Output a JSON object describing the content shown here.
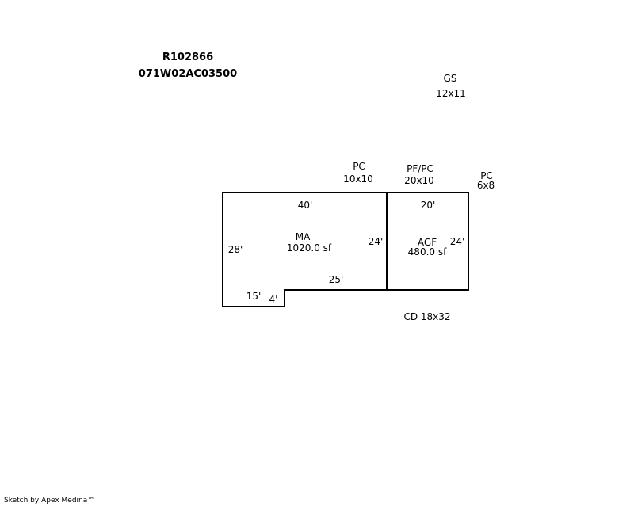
{
  "header": {
    "parcel_id": "R102866",
    "map_number": "071W02AC03500"
  },
  "areas": {
    "main": {
      "code": "MA",
      "size": "1020.0 sf"
    },
    "garage": {
      "code": "AGF",
      "size": "480.0 sf"
    }
  },
  "dimensions": {
    "main_top": "40'",
    "main_left": "28'",
    "main_right": "24'",
    "main_bottom_right": "25'",
    "main_bottom_left": "15'",
    "main_notch": "4'",
    "garage_top": "20'",
    "garage_right": "24'"
  },
  "components": {
    "gs": {
      "code": "GS",
      "size": "12x11"
    },
    "pc_front": {
      "code": "PC",
      "size": "10x10"
    },
    "pfpc": {
      "code": "PF/PC",
      "size": "20x10"
    },
    "pc_side": {
      "code": "PC",
      "size": "6x8"
    },
    "cd": {
      "label": "CD 18x32"
    }
  },
  "footer": {
    "credit": "Sketch by Apex Medina™"
  },
  "colors": {
    "line": "#000000",
    "background": "#ffffff"
  }
}
